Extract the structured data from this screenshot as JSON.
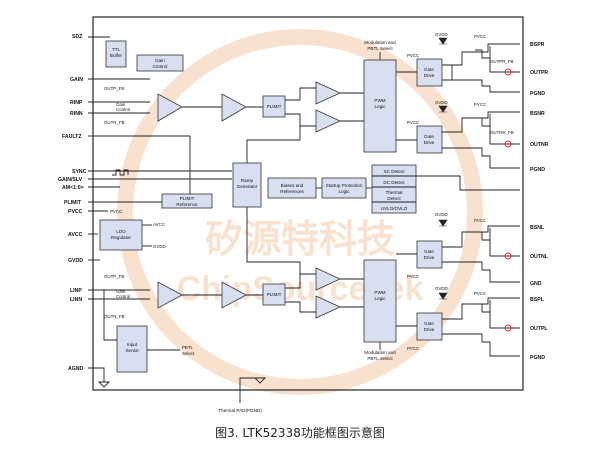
{
  "watermark": {
    "cn": "矽源特科技",
    "en": "ChipSourceTek",
    "color": "#f3c9a6"
  },
  "colors": {
    "block_fill": "#d7dff0",
    "marker": "#e0302a",
    "line": "#222222"
  },
  "pins_left": {
    "sdz": "SDZ",
    "gain": "GAIN",
    "rinp": "RINP",
    "rinn": "RINN",
    "faultz": "FAULTZ",
    "sync": "SYNC",
    "gainslv": "GAIN/SLV",
    "am": "AM<1:0>",
    "plimit": "PLIMIT",
    "pvcc": "PVCC",
    "avcc": "AVCC",
    "gvdd": "GVDD",
    "linp": "LINP",
    "linn": "LINN",
    "agnd": "AGND"
  },
  "pins_right": {
    "bspr": "BSPR",
    "outpr": "OUTPR",
    "pgnd1": "PGND",
    "bsnr": "BSNR",
    "outnr": "OUTNR",
    "pgnd2": "PGND",
    "bsnl": "BSNL",
    "outnl": "OUTNL",
    "gnd": "GND",
    "bspl": "BSPL",
    "outpl": "OUTPL",
    "pgnd3": "PGND"
  },
  "blocks": {
    "ttl_buffer": [
      "TTL",
      "Buffer"
    ],
    "gain_control": [
      "Gain",
      "Control"
    ],
    "plimit": "PLIMIT",
    "pwm_logic": [
      "PWM",
      "Logic"
    ],
    "gate_drive": [
      "Gate",
      "Drive"
    ],
    "ramp_generator": [
      "Ramp",
      "Generator"
    ],
    "biases": [
      "Biases and",
      "References"
    ],
    "startup": [
      "Startup Protection",
      "Logic"
    ],
    "sc_detect": "SC Detect",
    "dc_detect": "DC Detect",
    "thermal_detect": [
      "Thermal",
      "Detect"
    ],
    "uvlo": "UVLO/OVLO",
    "plimit_reference": [
      "PLIMIT",
      "Reference"
    ],
    "ldo": [
      "LDO",
      "Regulator"
    ],
    "input_sense": [
      "Input",
      "Sense"
    ]
  },
  "labels": {
    "mod_top": [
      "Modulation and",
      "PBTL Select"
    ],
    "mod_bottom": [
      "Modulation and",
      "PBTL Select"
    ],
    "outp_fb_r": "OUTP_FB",
    "outn_fb_r": "OUTN_FB",
    "outp_fb_l": "OUTP_FB",
    "outn_fb_l": "OUTN_FB",
    "outpr_fb": "OUTPR_FB",
    "outnr_fb": "OUTNR_FB",
    "gain_ctrl_r": [
      "Gain",
      "Control"
    ],
    "gain_ctrl_l": [
      "Gain",
      "Control"
    ],
    "pvcc": "PVCC",
    "gvdd": "GVDD",
    "avcc": "AVCC",
    "pbtl_select": [
      "PBTL",
      "Select"
    ],
    "thermal_pad": "Thermal PAD(PGND)"
  },
  "caption": "图3. LTK52338功能框图示意图"
}
